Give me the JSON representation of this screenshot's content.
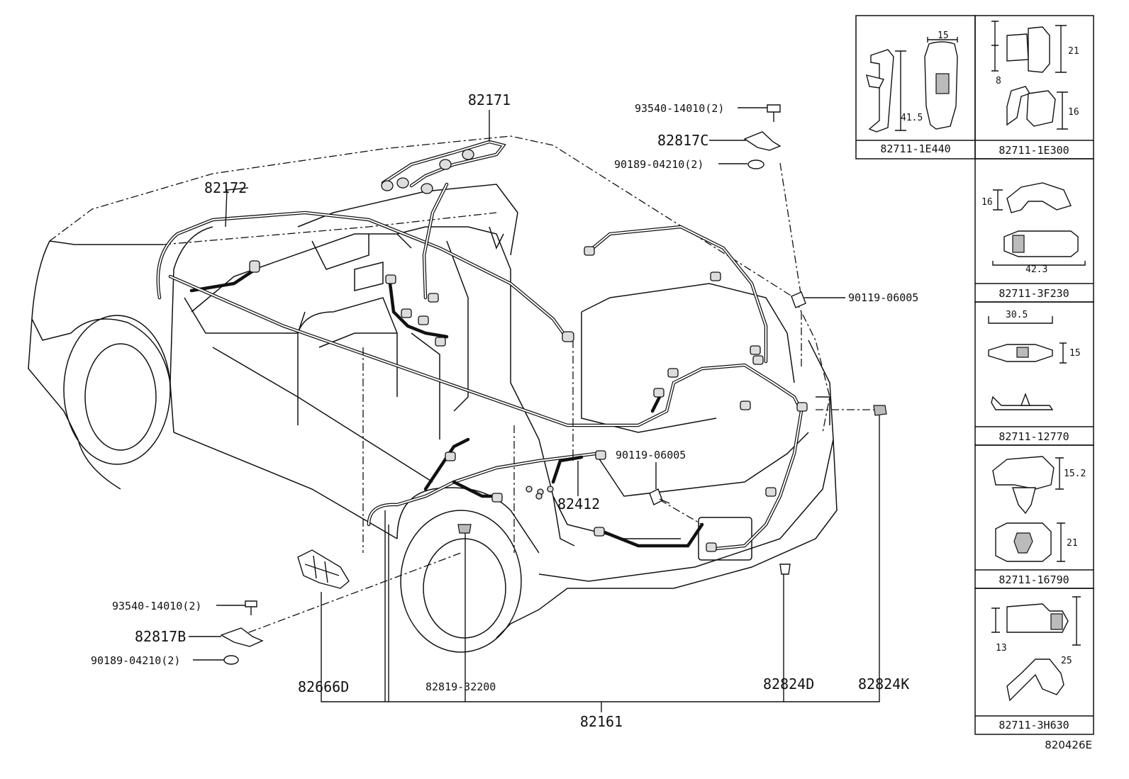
{
  "callouts": {
    "p82171": "82171",
    "p82172": "82172",
    "p93540_top": "93540-14010(2)",
    "p82817c": "82817C",
    "p90189_top": "90189-04210(2)",
    "p90119_right": "90119-06005",
    "p90119_mid": "90119-06005",
    "p82412": "82412",
    "p93540_bottom": "93540-14010(2)",
    "p82817b": "82817B",
    "p90189_bottom": "90189-04210(2)",
    "p82666d": "82666D",
    "p82819": "82819-32200",
    "p82824d": "82824D",
    "p82824k": "82824K",
    "p82161": "82161"
  },
  "clip_panels": [
    {
      "part": "82711-1E440",
      "dims": [
        "15",
        "41.5"
      ]
    },
    {
      "part": "82711-1E300",
      "dims": [
        "8",
        "21",
        "16"
      ]
    },
    {
      "part": "82711-3F230",
      "dims": [
        "16",
        "42.3"
      ]
    },
    {
      "part": "82711-12770",
      "dims": [
        "30.5",
        "15"
      ]
    },
    {
      "part": "82711-16790",
      "dims": [
        "15.2",
        "21"
      ]
    },
    {
      "part": "82711-3H630",
      "dims": [
        "13",
        "25"
      ]
    }
  ],
  "figure_code": "820426E"
}
